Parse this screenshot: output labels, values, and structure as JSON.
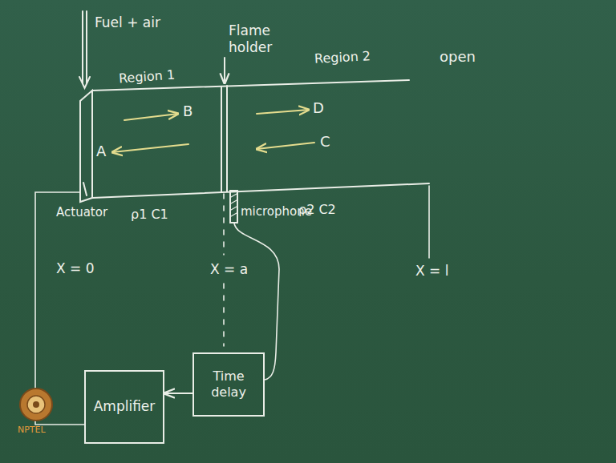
{
  "diagram": {
    "nodes": [
      {
        "text": [
          "Amplifier"
        ]
      },
      {
        "text": [
          "Time delay"
        ]
      }
    ],
    "edges": [
      {
        "from": 1,
        "to": 0,
        "arrow": "to"
      }
    ],
    "labels": [
      "Fuel + air",
      "Flame holder",
      "Region 1",
      "Region 2",
      "B",
      "A",
      "D",
      "C",
      "open",
      "Actuator",
      "ρ1 C1",
      "microphone",
      "ρ2 C2",
      "X = 0",
      "X = a",
      "X = l",
      "NPTEL"
    ]
  }
}
